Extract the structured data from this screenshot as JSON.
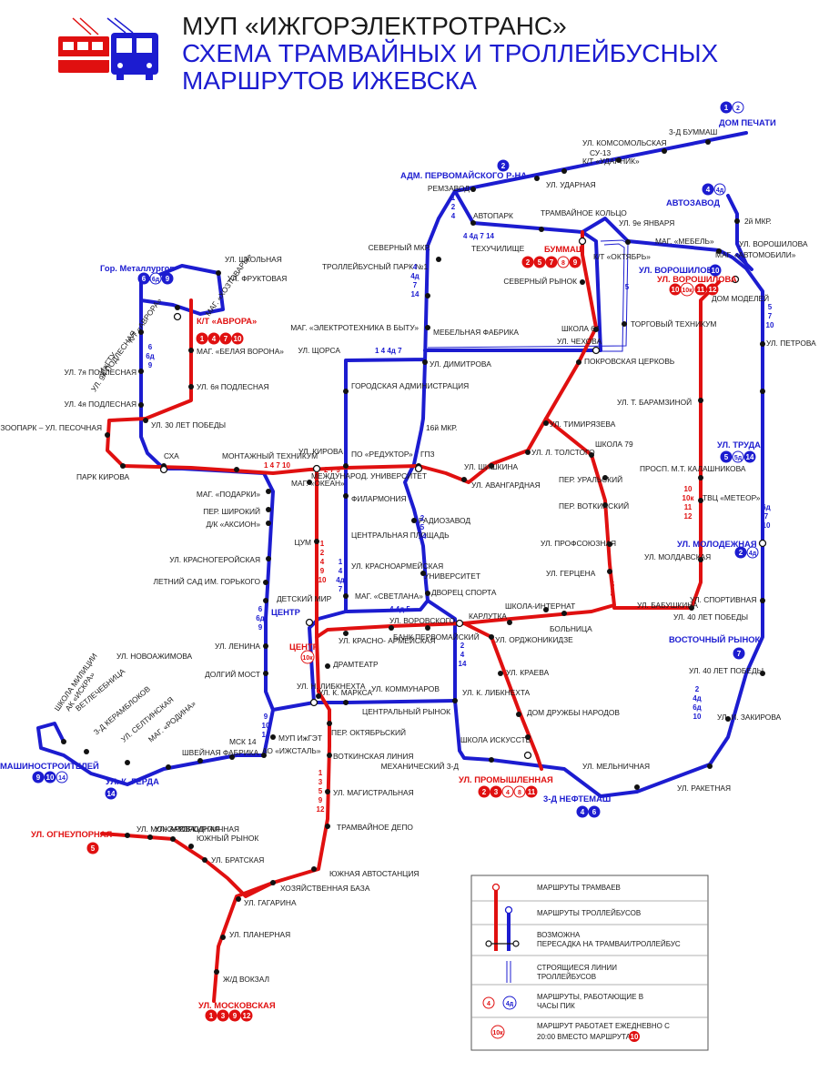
{
  "header": {
    "line1": "МУП «ИЖГОРЭЛЕКТРОТРАНС»",
    "line2": "СХЕМА ТРАМВАЙНЫХ И ТРОЛЛЕЙБУСНЫХ",
    "line3": "МАРШРУТОВ ИЖЕВСКА"
  },
  "colors": {
    "tram": "#e01010",
    "trolley": "#1c1cd0",
    "stop": "#111111"
  },
  "terminals": [
    {
      "id": "dom-pechati",
      "label": "ДОМ ПЕЧАТИ",
      "color": "blue",
      "routes": [
        "1",
        "2"
      ],
      "peak": [
        "2"
      ]
    },
    {
      "id": "adm-pervomaisk",
      "label": "АДМ. ПЕРВОМАЙСКОГО Р-НА",
      "color": "blue",
      "routes": [
        "2"
      ],
      "peak": []
    },
    {
      "id": "avtozavod",
      "label": "АВТОЗАВОД",
      "color": "blue",
      "routes": [
        "4",
        "4д"
      ],
      "peak": [
        "4д"
      ]
    },
    {
      "id": "metallurgov",
      "label": "Гор. Металлургов",
      "color": "blue",
      "routes": [
        "6",
        "6д",
        "9"
      ],
      "peak": [
        "6д"
      ]
    },
    {
      "id": "aurora",
      "label": "К/Т «АВРОРА»",
      "color": "red",
      "routes": [
        "1",
        "4",
        "7",
        "10"
      ],
      "peak": []
    },
    {
      "id": "bummash",
      "label": "БУММАШ",
      "color": "red",
      "routes": [
        "2",
        "5",
        "7",
        "8",
        "9"
      ],
      "peak": [
        "8"
      ]
    },
    {
      "id": "voroshilova-b",
      "label": "УЛ. ВОРОШИЛОВА",
      "color": "blue",
      "routes": [
        "10"
      ],
      "peak": []
    },
    {
      "id": "voroshilova-r",
      "label": "УЛ. ВОРОШИЛОВА",
      "color": "red",
      "routes": [
        "10",
        "10к",
        "11",
        "12"
      ],
      "peak": [
        "10к"
      ]
    },
    {
      "id": "truda",
      "label": "УЛ. ТРУДА",
      "color": "blue",
      "routes": [
        "5",
        "5д",
        "14"
      ],
      "peak": [
        "5д"
      ]
    },
    {
      "id": "molodezhnaya",
      "label": "УЛ. МОЛОДЕЖНАЯ",
      "color": "blue",
      "routes": [
        "2",
        "4д"
      ],
      "peak": [
        "4д"
      ]
    },
    {
      "id": "vostochny",
      "label": "ВОСТОЧНЫЙ РЫНОК",
      "color": "blue",
      "routes": [
        "7"
      ],
      "peak": []
    },
    {
      "id": "mashinostroitelei",
      "label": "МАШИНОСТРОИТЕЛЕЙ",
      "color": "blue",
      "routes": [
        "9",
        "10",
        "14"
      ],
      "peak": [
        "14"
      ]
    },
    {
      "id": "gerda",
      "label": "УЛ. К. ГЕРДА",
      "color": "blue",
      "routes": [
        "14"
      ],
      "peak": []
    },
    {
      "id": "promyshlennaya",
      "label": "УЛ. ПРОМЫШЛЕННАЯ",
      "color": "red",
      "routes": [
        "2",
        "3",
        "4",
        "8",
        "11"
      ],
      "peak": [
        "4",
        "8"
      ]
    },
    {
      "id": "neftemash",
      "label": "3-Д НЕФТЕМАШ",
      "color": "blue",
      "routes": [
        "4",
        "6"
      ],
      "peak": []
    },
    {
      "id": "ogneupornaya",
      "label": "УЛ. ОГНЕУПОРНАЯ",
      "color": "red",
      "routes": [
        "5"
      ],
      "peak": []
    },
    {
      "id": "moskovskaya",
      "label": "УЛ. МОСКОВСКАЯ",
      "color": "red",
      "routes": [
        "1",
        "3",
        "9",
        "12"
      ],
      "peak": []
    },
    {
      "id": "centr-r",
      "label": "ЦЕНТР",
      "color": "red",
      "routes": [
        "10к"
      ],
      "peak": [
        "10к"
      ]
    },
    {
      "id": "centr-b",
      "label": "ЦЕНТР",
      "color": "blue",
      "routes": [],
      "peak": []
    }
  ],
  "stops": [
    "3-Д БУММАШ",
    "УЛ. КОМСОМОЛЬСКАЯ",
    "К/Т «УДАРНИК»",
    "СУ-13",
    "УЛ. УДАРНАЯ",
    "РЕМЗАВОД",
    "АВТОПАРК",
    "ТЕХУЧИЛИЩЕ",
    "ТРАМВАЙНОЕ КОЛЬЦО",
    "УЛ. 9е ЯНВАРЯ",
    "2й МКР.",
    "МАГ. «МЕБЕЛЬ»",
    "УЛ. ВОРОШИЛОВА",
    "МАГ. «АВТОМОБИЛИ»",
    "К/Т «ОКТЯБРЬ»",
    "СЕВЕРНЫЙ МКР.",
    "ТРОЛЛЕЙБУСНЫЙ ПАРК №1",
    "СЕВЕРНЫЙ РЫНОК",
    "ДОМ МОДЕЛЕЙ",
    "ТОРГОВЫЙ ТЕХНИКУМ",
    "УЛ. ПЕТРОВА",
    "ШКОЛА 64",
    "УЛ. ЧЕХОВА",
    "МЕБЕЛЬНАЯ ФАБРИКА",
    "МАГ. «ЭЛЕКТРОТЕХНИКА В БЫТУ»",
    "УЛ. ЩОРСА",
    "УЛ. ДИМИТРОВА",
    "ПОКРОВСКАЯ ЦЕРКОВЬ",
    "УЛ. Т. БАРАМЗИНОЙ",
    "ГОРОДСКАЯ АДМИНИСТРАЦИЯ",
    "16й МКР.",
    "УЛ. ТИМИРЯЗЕВА",
    "ШКОЛА 79",
    "УЛ. Л. ТОЛСТОГО",
    "УЛ. ШИШКИНА",
    "УЛ. КИРОВА",
    "ПО «РЕДУКТОР»",
    "ГПЗ",
    "ПЕР. УРАЛЬСКИЙ",
    "ПРОСП. М.Т. КАЛАШНИКОВА",
    "УЛ. АВАНГАРДНАЯ",
    "МЕЖДУНАРОД. УНИВЕРСИТЕТ",
    "ФИЛАРМОНИЯ",
    "ПЕР. ВОТКИНСКИЙ",
    "ТВЦ «МЕТЕОР»",
    "РАДИОЗАВОД",
    "ЦЕНТРАЛЬНАЯ ПЛОЩАДЬ",
    "ЦУМ",
    "УЛ. ПРОФСОЮЗНАЯ",
    "УЛ. КРАСНОАРМЕЙСКАЯ",
    "УНИВЕРСИТЕТ",
    "УЛ. МОЛДАВСКАЯ",
    "УЛ. ГЕРЦЕНА",
    "МАГ. «СВЕТЛАНА»",
    "ДЕТСКИЙ МИР",
    "ДВОРЕЦ СПОРТА",
    "УЛ. СПОРТИВНАЯ",
    "ШКОЛА-ИНТЕРНАТ",
    "УЛ. БАБУШКИНА",
    "КАРЛУТКА",
    "БОЛЬНИЦА",
    "УЛ. 40 ЛЕТ ПОБЕДЫ",
    "УЛ. ВОРОВСКОГО",
    "УЛ. КРАСНО- АРМЕЙСКАЯ",
    "БАНК ПЕРВОМАЙСКИЙ",
    "УЛ. ОРДЖОНИКИДЗЕ",
    "УЛ. 40 ЛЕТ ПОБЕДЫ",
    "ДРАМТЕАТР",
    "УЛ. КРАЕВА",
    "УЛ. Н. ЛИБКНЕХТА",
    "УЛ. К. ЛИБКНЕХТА",
    "УЛ. К. МАРКСА",
    "УЛ. КОММУНАРОВ",
    "ЦЕНТРАЛЬНЫЙ РЫНОК",
    "ПЕР. ОКТЯБРЬСКИЙ",
    "ДОМ ДРУЖБЫ НАРОДОВ",
    "УЛ. И. ЗАКИРОВА",
    "ШКОЛА ИСКУССТВ",
    "МЕХАНИЧЕСКИЙ 3-Д",
    "УЛ. МЕЛЬНИЧНАЯ",
    "ВОТКИНСКАЯ ЛИНИЯ",
    "УЛ. РАКЕТНАЯ",
    "УЛ. МАГИСТРАЛЬНАЯ",
    "ТРАМВАЙНОЕ ДЕПО",
    "ЮЖНАЯ АВТОСТАНЦИЯ",
    "ХОЗЯЙСТВЕННАЯ БАЗА",
    "УЛ. ГАГАРИНА",
    "УЛ. БРАТСКАЯ",
    "УЛ. ПЛАНЕРНАЯ",
    "Ж/Д ВОКЗАЛ",
    "УЛ. МОЖАРОВА",
    "УЛ. ЗАГОРОДНАЯ",
    "УЛ. КИРПИЧНАЯ",
    "ЮЖНЫЙ РЫНОК",
    "УЛ. ШКОЛЬНАЯ",
    "УЛ. ФРУКТОВАЯ",
    "К/Т «АВРОРА»",
    "МАГ. «ХОЗТОВАРЫ»",
    "УЛ. 9я ПОДЛЕСНАЯ",
    "ИжГТУ",
    "МАГ. «БЕЛАЯ ВОРОНА»",
    "УЛ. 7я ПОДЛЕСНАЯ",
    "УЛ. 6я ПОДЛЕСНАЯ",
    "УЛ. 4я ПОДЛЕСНАЯ",
    "УЛ. 30 ЛЕТ ПОБЕДЫ",
    "ЗООПАРК – УЛ. ПЕСОЧНАЯ",
    "ПАРК КИРОВА",
    "СХА",
    "МОНТАЖНЫЙ ТЕХНИКУМ",
    "МАГ. «ПОДАРКИ»",
    "МАГ. «ОКЕАН»",
    "ПЕР. ШИРОКИЙ",
    "Д/К «АКСИОН»",
    "УЛ. КРАСНОГЕРОЙСКАЯ",
    "ЛЕТНИЙ САД ИМ. ГОРЬКОГО",
    "УЛ. ЛЕНИНА",
    "ДОЛГИЙ МОСТ",
    "УЛ. НОВОАЖИМОВА",
    "МУП ИжГЭТ",
    "АО «ИЖСТАЛЬ»",
    "ШВЕЙНАЯ ФАБРИКА",
    "МСК 14",
    "МАГ. «РОДИНА»",
    "УЛ. СЕЛТИНСКАЯ",
    "3-Д КЕРАМБЛОКОВ",
    "ВЕТЛЕЧЕБНИЦА",
    "АК «ИСКРА»",
    "ШКОЛА МИЛИЦИИ"
  ],
  "route_labels": {
    "r_1_2_4": "1 2 4",
    "r_4d7_14": "4 4д 7 14",
    "r_5": "5",
    "r_1447": "1 4 4д 7",
    "r_4_4d_7_14": "4 4д 7 14",
    "r_6_6d_9": "6 6д 9",
    "r_5_7_10": "5 7 10",
    "r_2579": "2 7 9",
    "r_14710": "1 4 7 10",
    "r_2_5_14": "2 5 14",
    "r_1_2_4_9_10": "1 2 4 9 10",
    "r_1_4_4d_7": "1 4 4д 7",
    "r_4_4d_5": "4 4д 5",
    "r_10_10k_11_12": "10 10к 11 12",
    "r_6d_7_10": "6д 7 10",
    "r_2_4d_6d_10": "2 4д 6д 10",
    "r_2_4_14": "2 4 14",
    "r_6_6d_9b": "6 6д 9",
    "r_9_10_14": "9 10 14",
    "r_1_3_5_9_12": "1 3 5 9 12",
    "r_5_8": "5 8"
  },
  "legend": {
    "tram": "МАРШРУТЫ ТРАМВАЕВ",
    "trolley": "МАРШРУТЫ ТРОЛЛЕЙБУСОВ",
    "transfer": "ВОЗМОЖНА ПЕРЕСАДКА НА ТРАМВАИ/ТРОЛЛЕЙБУС",
    "construction": "СТРОЯЩИЕСЯ ЛИНИИ ТРОЛЛЕЙБУСОВ",
    "peak": "МАРШРУТЫ, РАБОТАЮЩИЕ В ЧАСЫ ПИК",
    "peak_t": "4",
    "peak_b": "4д",
    "daily": "МАРШРУТ РАБОТАЕТ ЕЖЕДНЕВНО С 20:00 ВМЕСТО МАРШРУТА",
    "daily_a": "10к",
    "daily_b": "10"
  }
}
